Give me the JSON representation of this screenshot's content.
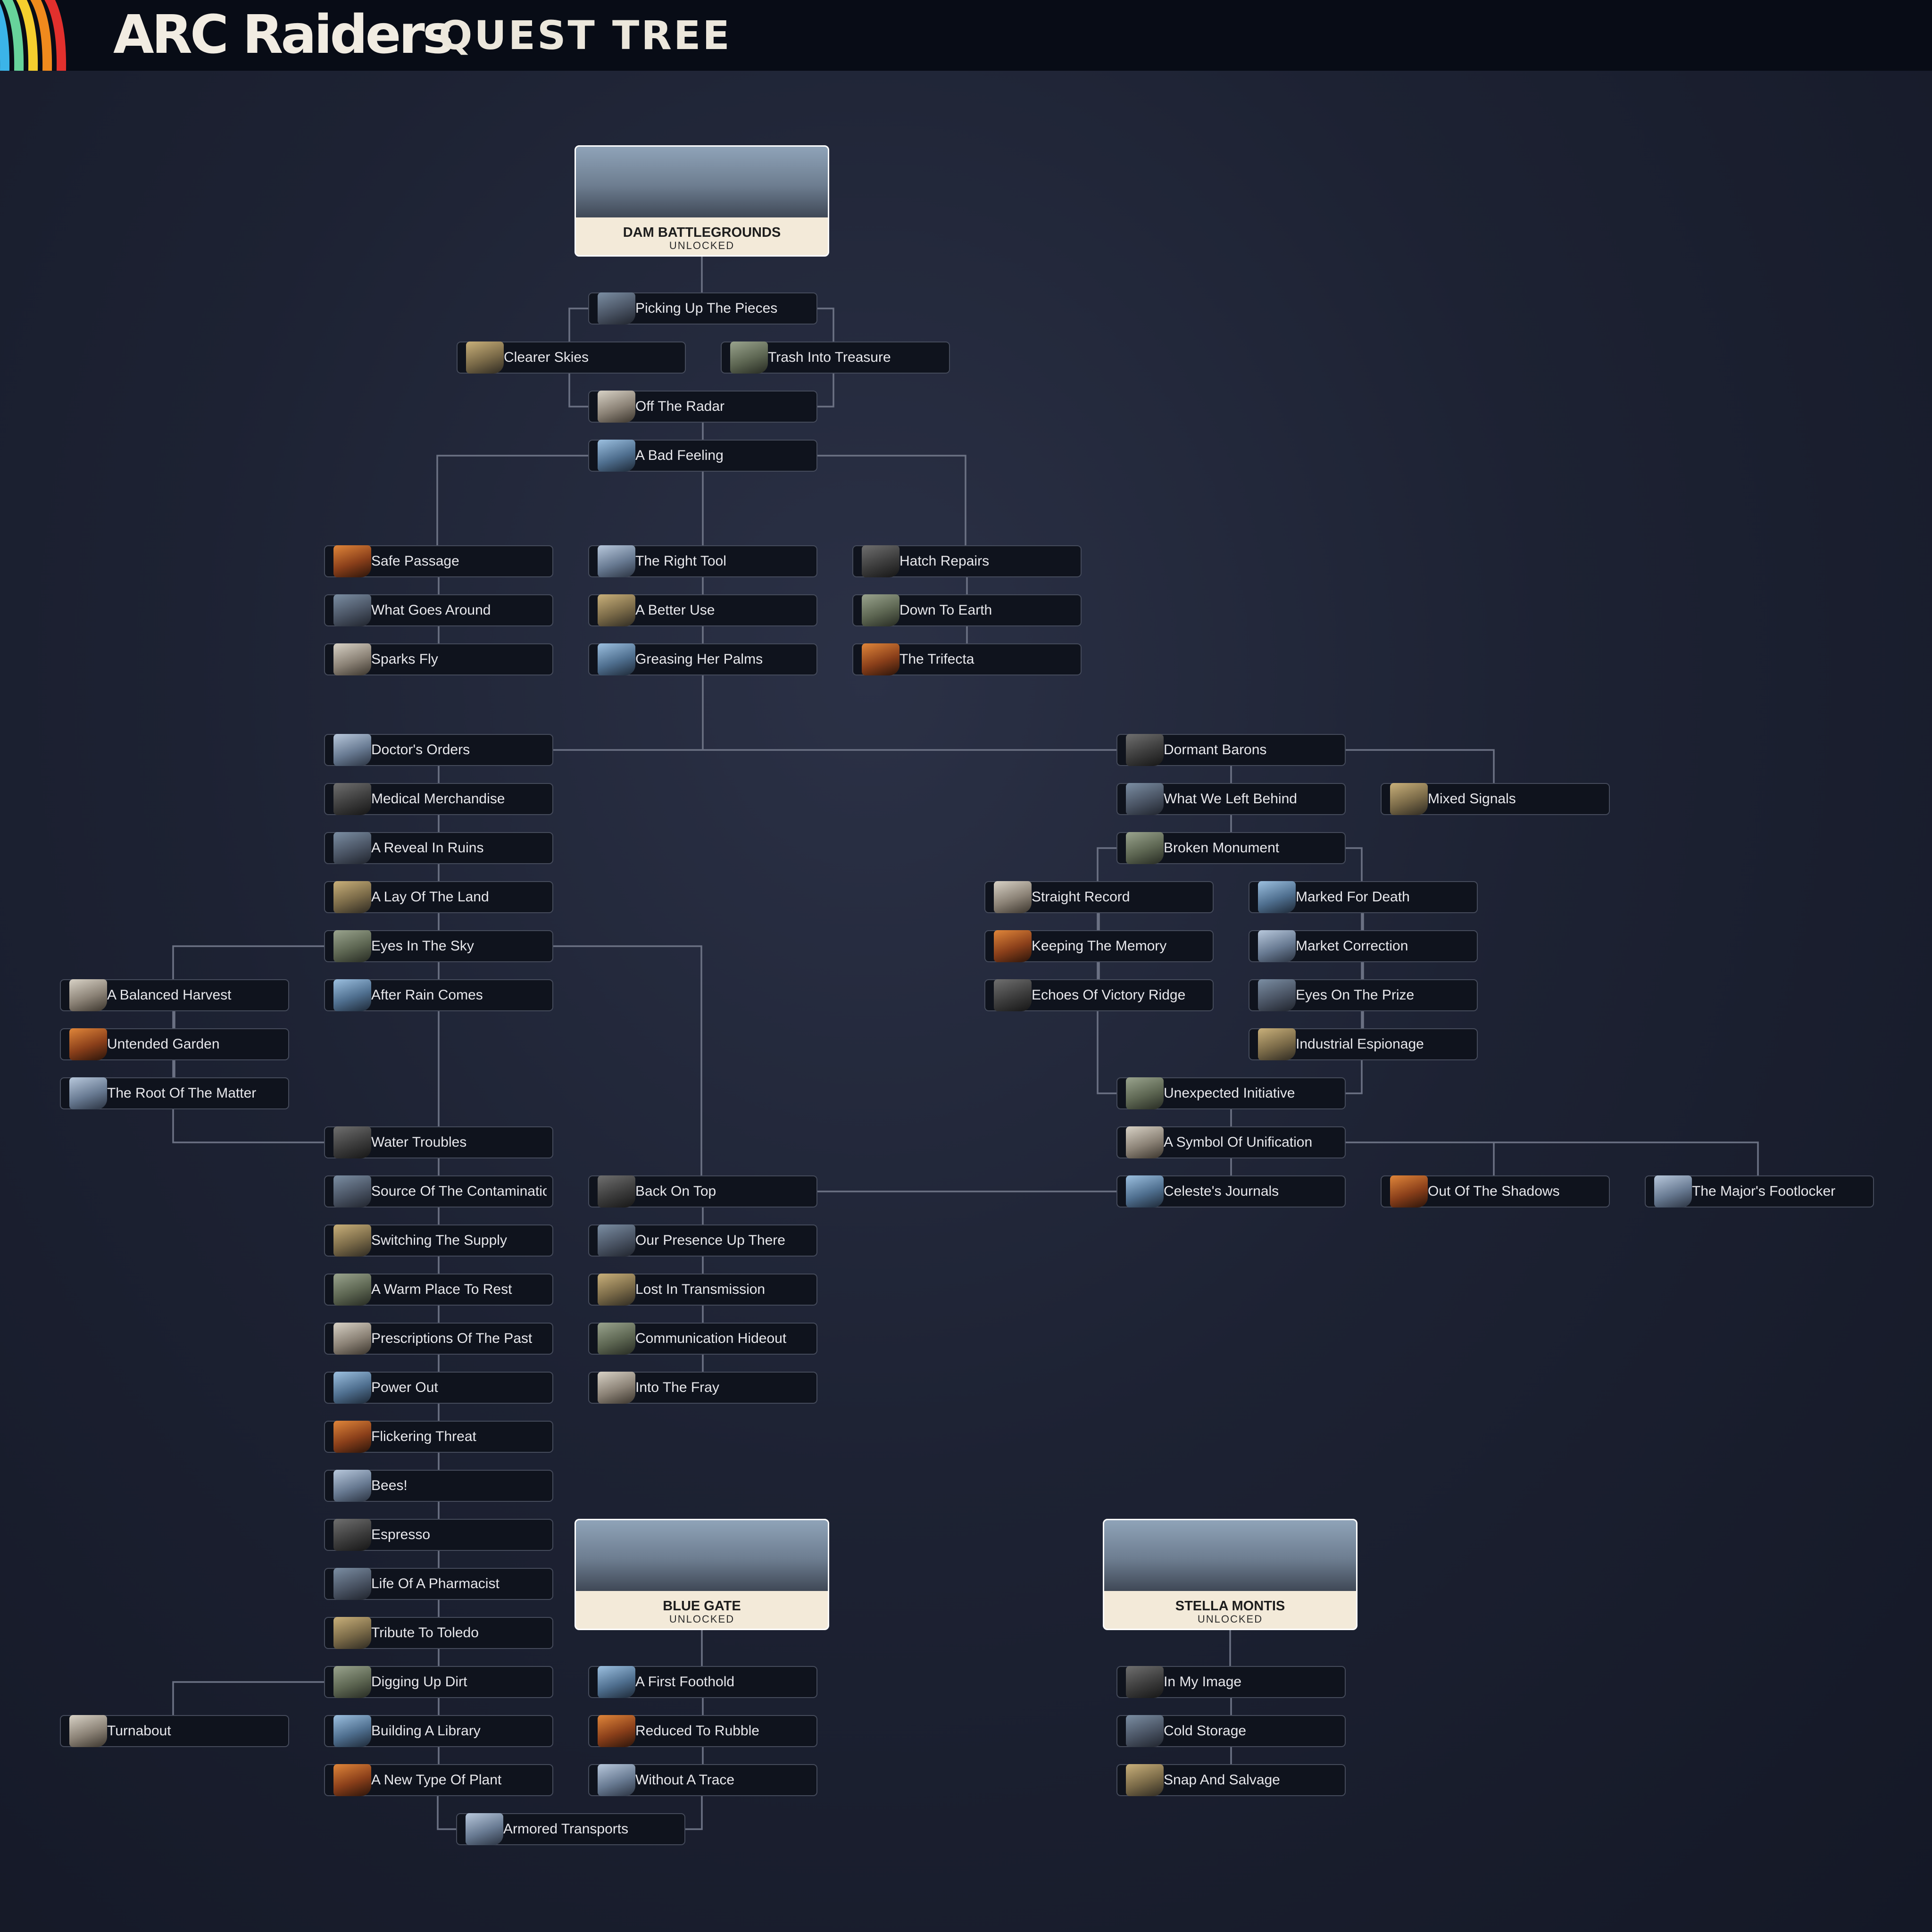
{
  "header": {
    "logo": "ARC Raiders",
    "title": "QUEST TREE"
  },
  "maps": [
    {
      "name": "DAM BATTLEGROUNDS",
      "status": "UNLOCKED"
    },
    {
      "name": "BLUE GATE",
      "status": "UNLOCKED"
    },
    {
      "name": "STELLA MONTIS",
      "status": "UNLOCKED"
    }
  ],
  "quests": [
    "Picking Up The Pieces",
    "Clearer Skies",
    "Trash Into Treasure",
    "Off The Radar",
    "A Bad Feeling",
    "Safe Passage",
    "The Right Tool",
    "Hatch Repairs",
    "What Goes Around",
    "A Better Use",
    "Down To Earth",
    "Sparks Fly",
    "Greasing Her Palms",
    "The Trifecta",
    "Doctor's Orders",
    "Medical Merchandise",
    "A Reveal In Ruins",
    "A Lay Of The Land",
    "Eyes In The Sky",
    "A Balanced Harvest",
    "After Rain Comes",
    "Untended Garden",
    "The Root Of The Matter",
    "Water Troubles",
    "Source Of The Contamination",
    "Switching The Supply",
    "A Warm Place To Rest",
    "Prescriptions Of The Past",
    "Power Out",
    "Flickering Threat",
    "Bees!",
    "Espresso",
    "Life Of A Pharmacist",
    "Tribute To Toledo",
    "Digging Up Dirt",
    "Turnabout",
    "Building A Library",
    "A New Type Of Plant",
    "Armored Transports",
    "Back On Top",
    "Our Presence Up There",
    "Lost In Transmission",
    "Communication Hideout",
    "Into The Fray",
    "A First Foothold",
    "Reduced To Rubble",
    "Without A Trace",
    "Dormant Barons",
    "What We Left Behind",
    "Mixed Signals",
    "Broken Monument",
    "Straight Record",
    "Marked For Death",
    "Keeping The Memory",
    "Market Correction",
    "Echoes Of Victory Ridge",
    "Eyes On The Prize",
    "Industrial Espionage",
    "Unexpected Initiative",
    "A Symbol Of Unification",
    "Celeste's Journals",
    "Out Of The Shadows",
    "The Major's Footlocker",
    "In My Image",
    "Cold Storage",
    "Snap And Salvage"
  ]
}
